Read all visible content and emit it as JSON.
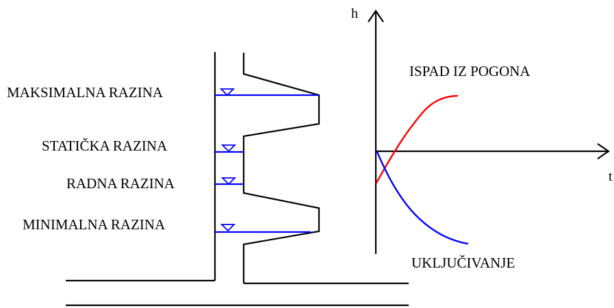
{
  "levels": {
    "max": "MAKSIMALNA RAZINA",
    "static": "STATIČKA RAZINA",
    "working": "RADNA RAZINA",
    "min": "MINIMALNA RAZINA"
  },
  "graph": {
    "y_axis_label": "h",
    "x_axis_label": "t",
    "rising_curve_label": "ISPAD IZ POGONA",
    "falling_curve_label": "UKLJUČIVANJE"
  },
  "colors": {
    "lines": "#000000",
    "water_level": "#0000ff",
    "rising_curve": "#ff0000",
    "falling_curve": "#0000ff"
  }
}
